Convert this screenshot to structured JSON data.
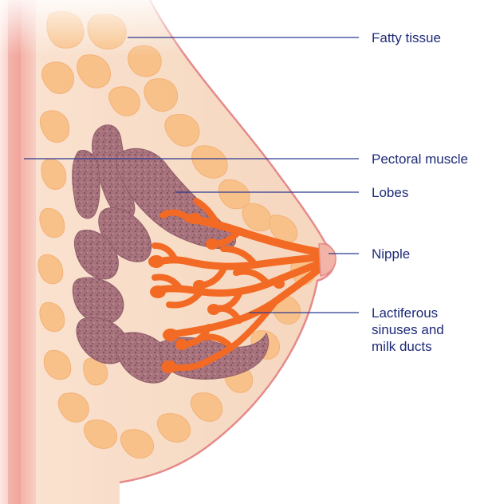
{
  "labels": {
    "fatty_tissue": "Fatty tissue",
    "pectoral_muscle": "Pectoral muscle",
    "lobes": "Lobes",
    "nipple": "Nipple",
    "lactiferous": "Lactiferous\nsinuses and\nmilk ducts"
  },
  "colors": {
    "label_text": "#1e2a78",
    "leader_line": "#2b3990",
    "skin": "#f6d9c3",
    "skin_outline": "#e58a8a",
    "fat_lobule": "#f8bf84",
    "muscle": "#f1a9a0",
    "lobe": "#a8727c",
    "duct": "#f26a24"
  }
}
